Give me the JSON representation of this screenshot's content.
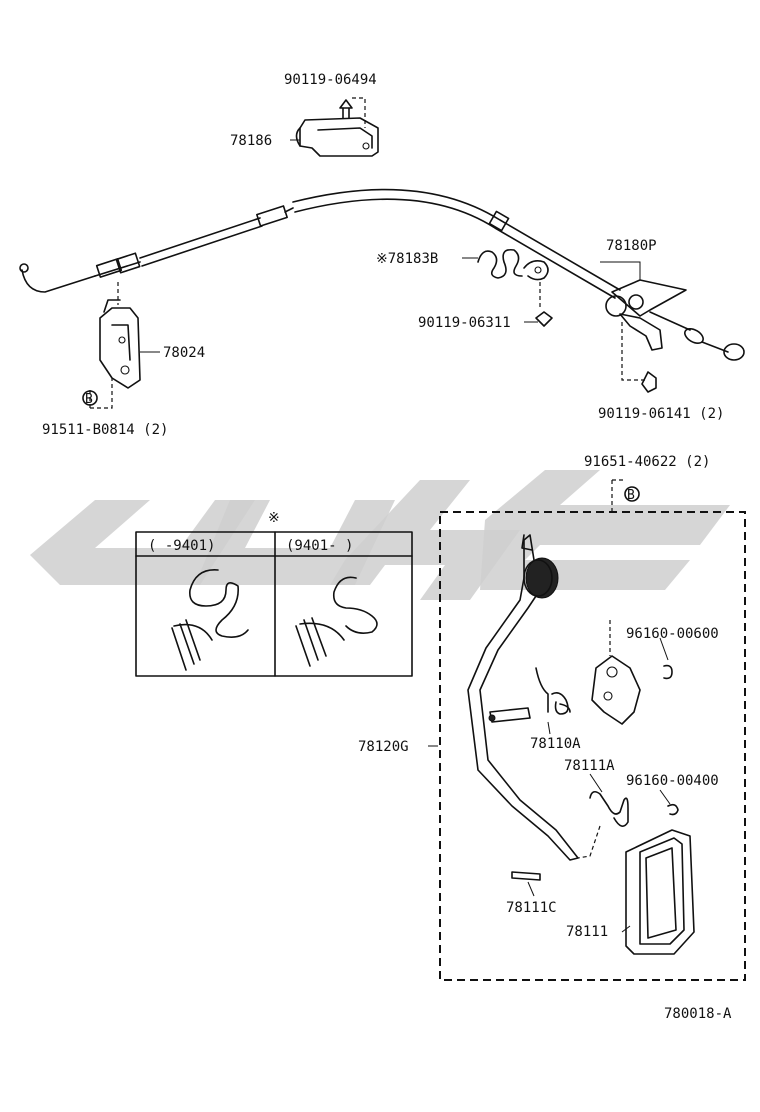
{
  "labels": {
    "p90119_06494": "90119-06494",
    "p78186": "78186",
    "p78183B": "※78183B",
    "p78180P": "78180P",
    "p90119_06311": "90119-06311",
    "p78024": "78024",
    "p91511_B0814": "91511-B0814 (2)",
    "p90119_06141": "90119-06141 (2)",
    "p91651_40622": "91651-40622 (2)",
    "p96160_00600": "96160-00600",
    "p78120G": "78120G",
    "p78110A": "78110A",
    "p78111A": "78111A",
    "p96160_00400": "96160-00400",
    "p78111C": "78111C",
    "p78111": "78111",
    "diagram_id": "780018-A"
  },
  "inset": {
    "mark": "※",
    "col_left": "(      -9401)",
    "col_right": "(9401-      )"
  },
  "circle_marks": {
    "b1": "B",
    "b2": "B"
  },
  "watermark_color": "#cfcfcf"
}
